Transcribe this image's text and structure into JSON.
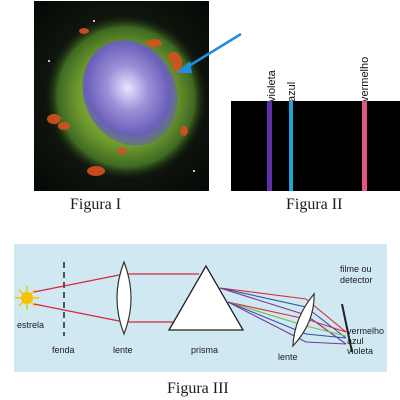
{
  "figure1": {
    "caption": "Figura I"
  },
  "figure2": {
    "caption": "Figura II",
    "lines": [
      {
        "label": "violeta",
        "color": "#5b2fa6"
      },
      {
        "label": "azul",
        "color": "#1fa3d8"
      },
      {
        "label": "vermelho",
        "color": "#e0568a"
      }
    ]
  },
  "figure3": {
    "caption": "Figura III",
    "labels": {
      "star": "estrela",
      "slit": "fenda",
      "lens1": "lente",
      "prism": "prisma",
      "lens2": "lente",
      "detector": "filme ou\ndetector",
      "red": "vermelho",
      "blue": "azul",
      "violet": "violeta"
    },
    "colors": {
      "background": "#cfe8f2",
      "red": "#d8283a",
      "blue": "#2f4fa8",
      "violet": "#7a3a96",
      "green": "#7fb84a",
      "star": "#f5c400"
    }
  }
}
